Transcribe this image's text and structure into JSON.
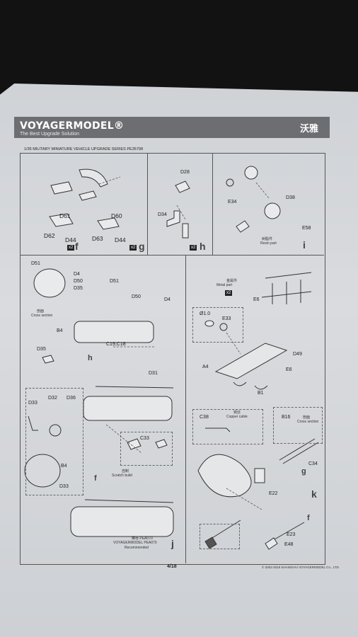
{
  "header": {
    "brand": "VOYAGERMODEL®",
    "tagline": "The Best Upgrade Solution",
    "chinese_brand": "沃雅",
    "series_line": "1/35 MILITARY MINIATURE VEHICLE  UPGRADE SERIES PE35798"
  },
  "steps": {
    "f": {
      "letter": "f",
      "count": "x2",
      "parts": [
        "D61",
        "D62",
        "D44"
      ]
    },
    "g": {
      "letter": "g",
      "count": "x2",
      "parts": [
        "D60",
        "D63",
        "D44"
      ]
    },
    "h_top": {
      "letter": "h",
      "count": "x2",
      "parts": [
        "D28",
        "D34"
      ]
    },
    "i": {
      "letter": "i",
      "parts": [
        "E34",
        "D38",
        "E58"
      ],
      "resin_cn": "树脂件",
      "resin_en": "Resin part"
    },
    "j": {
      "letter": "j",
      "parts": [
        "D51",
        "D4",
        "D50",
        "D35",
        "D51",
        "D50",
        "D4",
        "B4",
        "D35",
        "C19,C18",
        "D31",
        "D33",
        "D32",
        "D36",
        "B4",
        "D33",
        "C33"
      ],
      "cross_cn": "剖面",
      "cross_en": "Cross section",
      "scratch_cn": "自制",
      "scratch_en": "Scratch build",
      "rec_cn": "推荐 PEA070",
      "rec_en1": "VOYAGERMODEL PEA070",
      "rec_en2": "Recommended",
      "sub_h": "h",
      "sub_f": "f"
    },
    "k": {
      "letter": "k",
      "metal_cn": "金属件",
      "metal_en": "Metal part",
      "metal_count": "x2",
      "parts": [
        "E6",
        "Ø1.0",
        "E33",
        "A4",
        "D49",
        "E6",
        "B1",
        "C38",
        "B16",
        "C34",
        "E22",
        "E23",
        "E48"
      ],
      "copper_cn": "铜丝",
      "copper_en": "Copper cable",
      "cross_cn": "剖面",
      "cross_en": "Cross section",
      "sub_g": "g",
      "sub_f": "f"
    }
  },
  "footer": {
    "page": "4/18",
    "copyright": "© 2002-2019 SHANGHAI VOYAGERMODEL Co., LTD."
  }
}
